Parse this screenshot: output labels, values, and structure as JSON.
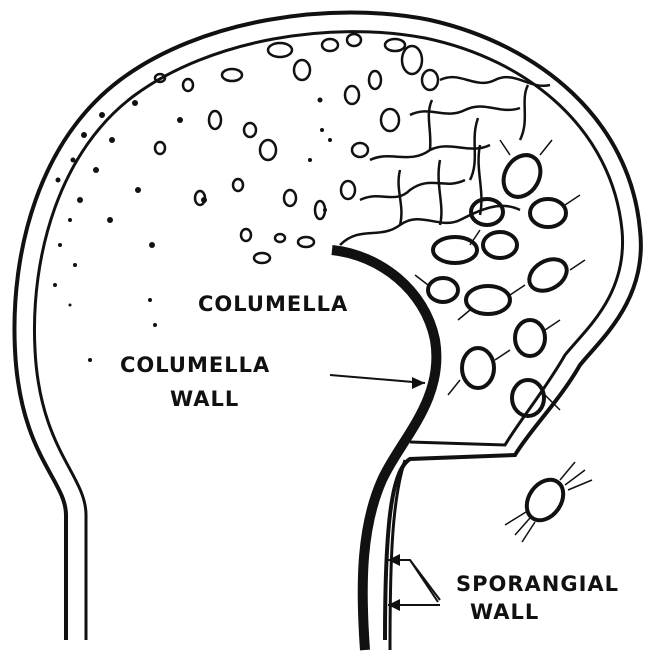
{
  "labels": {
    "columella": "COLUMELLA",
    "columella_wall_line1": "COLUMELLA",
    "columella_wall_line2": "WALL",
    "sporangial_wall_line1": "SPORANGIAL",
    "sporangial_wall_line2": "WALL"
  },
  "colors": {
    "ink": "#111111",
    "background": "#ffffff"
  }
}
